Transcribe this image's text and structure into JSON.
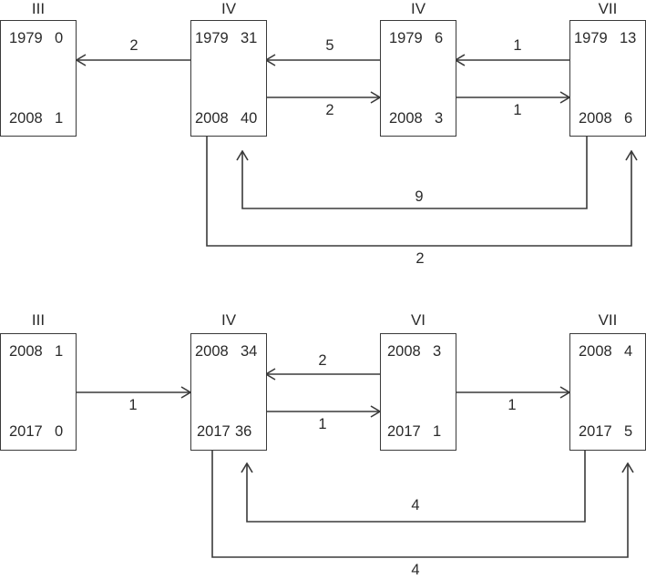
{
  "diagrams": [
    {
      "period": "1979-2008",
      "boxes": [
        {
          "title": "III",
          "year1": "1979",
          "val1": "0",
          "year2": "2008",
          "val2": "1"
        },
        {
          "title": "IV",
          "year1": "1979",
          "val1": "31",
          "year2": "2008",
          "val2": "40"
        },
        {
          "title": "IV",
          "year1": "1979",
          "val1": "6",
          "year2": "2008",
          "val2": "3"
        },
        {
          "title": "VII",
          "year1": "1979",
          "val1": "13",
          "year2": "2008",
          "val2": "6"
        }
      ],
      "flows": {
        "iv_to_iii": "2",
        "ivb_to_iv": "5",
        "iv_to_ivb": "2",
        "vii_to_ivb": "1",
        "ivb_to_vii": "1",
        "vii_to_iv": "9",
        "iv_to_vii": "2"
      }
    },
    {
      "period": "2008-2017",
      "boxes": [
        {
          "title": "III",
          "year1": "2008",
          "val1": "1",
          "year2": "2017",
          "val2": "0"
        },
        {
          "title": "IV",
          "year1": "2008",
          "val1": "34",
          "year2": "2017",
          "val2": "36"
        },
        {
          "title": "VI",
          "year1": "2008",
          "val1": "3",
          "year2": "2017",
          "val2": "1"
        },
        {
          "title": "VII",
          "year1": "2008",
          "val1": "4",
          "year2": "2017",
          "val2": "5"
        }
      ],
      "flows": {
        "iii_to_iv": "1",
        "vi_to_iv": "2",
        "iv_to_vi": "1",
        "vi_to_vii": "1",
        "vii_to_iv": "4",
        "iv_to_vii": "4"
      }
    }
  ]
}
